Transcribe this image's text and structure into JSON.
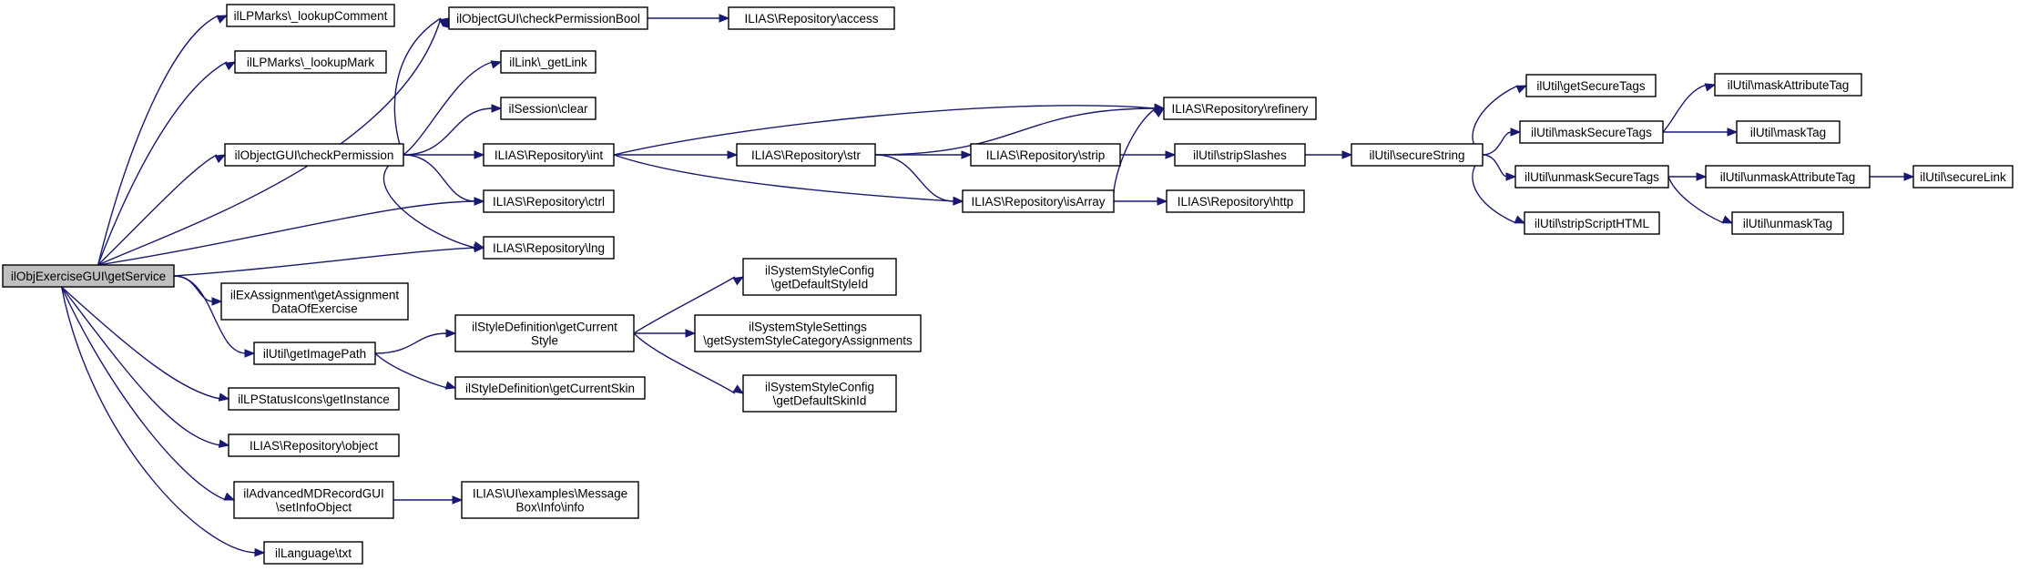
{
  "graph": {
    "title": "",
    "nodes": [
      {
        "id": "root",
        "lines": [
          "ilObjExerciseGUI\\getService"
        ],
        "root": true
      },
      {
        "id": "lookupComment",
        "lines": [
          "ilLPMarks\\_lookupComment"
        ]
      },
      {
        "id": "lookupMark",
        "lines": [
          "ilLPMarks\\_lookupMark"
        ]
      },
      {
        "id": "checkPermission",
        "lines": [
          "ilObjectGUI\\checkPermission"
        ]
      },
      {
        "id": "checkPermissionBool",
        "lines": [
          "ilObjectGUI\\checkPermissionBool"
        ]
      },
      {
        "id": "access",
        "lines": [
          "ILIAS\\Repository\\access"
        ]
      },
      {
        "id": "getLink",
        "lines": [
          "ilLink\\_getLink"
        ]
      },
      {
        "id": "clear",
        "lines": [
          "ilSession\\clear"
        ]
      },
      {
        "id": "int",
        "lines": [
          "ILIAS\\Repository\\int"
        ]
      },
      {
        "id": "ctrl",
        "lines": [
          "ILIAS\\Repository\\ctrl"
        ]
      },
      {
        "id": "lng",
        "lines": [
          "ILIAS\\Repository\\lng"
        ]
      },
      {
        "id": "str",
        "lines": [
          "ILIAS\\Repository\\str"
        ]
      },
      {
        "id": "refinery",
        "lines": [
          "ILIAS\\Repository\\refinery"
        ]
      },
      {
        "id": "isArray",
        "lines": [
          "ILIAS\\Repository\\isArray"
        ]
      },
      {
        "id": "strip",
        "lines": [
          "ILIAS\\Repository\\strip"
        ]
      },
      {
        "id": "stripSlashes",
        "lines": [
          "ilUtil\\stripSlashes"
        ]
      },
      {
        "id": "http",
        "lines": [
          "ILIAS\\Repository\\http"
        ]
      },
      {
        "id": "secureString",
        "lines": [
          "ilUtil\\secureString"
        ]
      },
      {
        "id": "getSecureTags",
        "lines": [
          "ilUtil\\getSecureTags"
        ]
      },
      {
        "id": "maskSecureTags",
        "lines": [
          "ilUtil\\maskSecureTags"
        ]
      },
      {
        "id": "unmaskSecureTags",
        "lines": [
          "ilUtil\\unmaskSecureTags"
        ]
      },
      {
        "id": "stripScriptHTML",
        "lines": [
          "ilUtil\\stripScriptHTML"
        ]
      },
      {
        "id": "maskAttributeTag",
        "lines": [
          "ilUtil\\maskAttributeTag"
        ]
      },
      {
        "id": "maskTag",
        "lines": [
          "ilUtil\\maskTag"
        ]
      },
      {
        "id": "unmaskAttributeTag",
        "lines": [
          "ilUtil\\unmaskAttributeTag"
        ]
      },
      {
        "id": "unmaskTag",
        "lines": [
          "ilUtil\\unmaskTag"
        ]
      },
      {
        "id": "secureLink",
        "lines": [
          "ilUtil\\secureLink"
        ]
      },
      {
        "id": "getAssignmentDataOfExercise",
        "lines": [
          "ilExAssignment\\getAssignment",
          "DataOfExercise"
        ]
      },
      {
        "id": "getImagePath",
        "lines": [
          "ilUtil\\getImagePath"
        ]
      },
      {
        "id": "getCurrentStyle",
        "lines": [
          "ilStyleDefinition\\getCurrent",
          "Style"
        ]
      },
      {
        "id": "getCurrentSkin",
        "lines": [
          "ilStyleDefinition\\getCurrentSkin"
        ]
      },
      {
        "id": "getDefaultStyleId",
        "lines": [
          "ilSystemStyleConfig",
          "\\getDefaultStyleId"
        ]
      },
      {
        "id": "getSystemStyleCategoryAssignments",
        "lines": [
          "ilSystemStyleSettings",
          "\\getSystemStyleCategoryAssignments"
        ]
      },
      {
        "id": "getDefaultSkinId",
        "lines": [
          "ilSystemStyleConfig",
          "\\getDefaultSkinId"
        ]
      },
      {
        "id": "getInstance",
        "lines": [
          "ilLPStatusIcons\\getInstance"
        ]
      },
      {
        "id": "object",
        "lines": [
          "ILIAS\\Repository\\object"
        ]
      },
      {
        "id": "setInfoObject",
        "lines": [
          "ilAdvancedMDRecordGUI",
          "\\setInfoObject"
        ]
      },
      {
        "id": "messageBoxInfo",
        "lines": [
          "ILIAS\\UI\\examples\\Message",
          "Box\\Info\\info"
        ]
      },
      {
        "id": "txt",
        "lines": [
          "ilLanguage\\txt"
        ]
      }
    ],
    "edges": [
      {
        "from": "root",
        "to": "lookupComment"
      },
      {
        "from": "root",
        "to": "lookupMark"
      },
      {
        "from": "root",
        "to": "checkPermission"
      },
      {
        "from": "root",
        "to": "checkPermissionBool"
      },
      {
        "from": "root",
        "to": "ctrl"
      },
      {
        "from": "root",
        "to": "lng"
      },
      {
        "from": "root",
        "to": "getAssignmentDataOfExercise"
      },
      {
        "from": "root",
        "to": "getImagePath"
      },
      {
        "from": "root",
        "to": "getInstance"
      },
      {
        "from": "root",
        "to": "object"
      },
      {
        "from": "root",
        "to": "setInfoObject"
      },
      {
        "from": "root",
        "to": "txt"
      },
      {
        "from": "checkPermission",
        "to": "checkPermissionBool"
      },
      {
        "from": "checkPermission",
        "to": "getLink"
      },
      {
        "from": "checkPermission",
        "to": "clear"
      },
      {
        "from": "checkPermission",
        "to": "int"
      },
      {
        "from": "checkPermission",
        "to": "ctrl"
      },
      {
        "from": "checkPermission",
        "to": "lng"
      },
      {
        "from": "checkPermissionBool",
        "to": "access"
      },
      {
        "from": "int",
        "to": "refinery"
      },
      {
        "from": "int",
        "to": "str"
      },
      {
        "from": "int",
        "to": "isArray"
      },
      {
        "from": "str",
        "to": "refinery"
      },
      {
        "from": "str",
        "to": "strip"
      },
      {
        "from": "str",
        "to": "isArray"
      },
      {
        "from": "strip",
        "to": "stripSlashes"
      },
      {
        "from": "isArray",
        "to": "refinery"
      },
      {
        "from": "isArray",
        "to": "http"
      },
      {
        "from": "stripSlashes",
        "to": "secureString"
      },
      {
        "from": "secureString",
        "to": "getSecureTags"
      },
      {
        "from": "secureString",
        "to": "maskSecureTags"
      },
      {
        "from": "secureString",
        "to": "unmaskSecureTags"
      },
      {
        "from": "secureString",
        "to": "stripScriptHTML"
      },
      {
        "from": "maskSecureTags",
        "to": "maskAttributeTag"
      },
      {
        "from": "maskSecureTags",
        "to": "maskTag"
      },
      {
        "from": "unmaskSecureTags",
        "to": "unmaskAttributeTag"
      },
      {
        "from": "unmaskSecureTags",
        "to": "unmaskTag"
      },
      {
        "from": "unmaskAttributeTag",
        "to": "secureLink"
      },
      {
        "from": "getImagePath",
        "to": "getCurrentStyle"
      },
      {
        "from": "getImagePath",
        "to": "getCurrentSkin"
      },
      {
        "from": "getCurrentStyle",
        "to": "getDefaultStyleId"
      },
      {
        "from": "getCurrentStyle",
        "to": "getSystemStyleCategoryAssignments"
      },
      {
        "from": "getCurrentStyle",
        "to": "getDefaultSkinId"
      },
      {
        "from": "setInfoObject",
        "to": "messageBoxInfo"
      }
    ]
  }
}
